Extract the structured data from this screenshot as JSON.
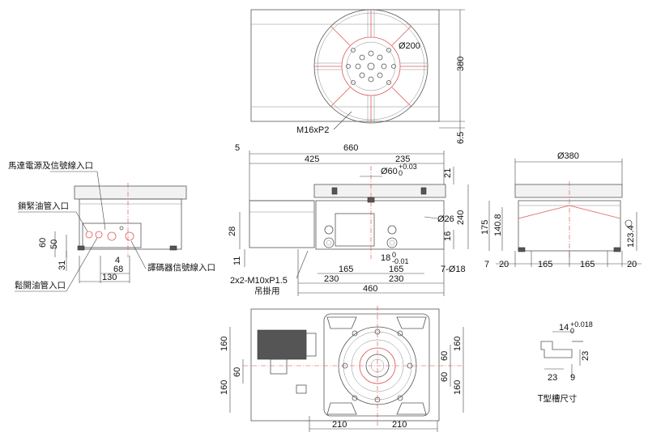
{
  "top_view": {
    "dim_diameter": "Ø200",
    "dim_height": "380",
    "dim_offset": "6.5",
    "thread_label": "M16xP2"
  },
  "side_view": {
    "label_power_signal": "馬達電源及信號線入口",
    "label_clamp_oil": "鎖緊油管入口",
    "label_release_oil": "鬆開油管入口",
    "label_encoder": "譯碼器信號線入口",
    "dim_60": "60",
    "dim_50": "50",
    "dim_31": "31",
    "dim_4": "4",
    "dim_68": "68",
    "dim_130": "130"
  },
  "front_view": {
    "dim_5": "5",
    "dim_660": "660",
    "dim_425": "425",
    "dim_235": "235",
    "dim_bore": "Ø60",
    "dim_bore_tol": "+0.03",
    "dim_bore_tol_low": "0",
    "dim_21": "21",
    "dim_26": "Ø26",
    "dim_240": "240",
    "dim_16": "16",
    "dim_28": "28",
    "dim_11": "11",
    "dim_18": "18",
    "dim_18_tol": "0",
    "dim_18_tol_low": "-0.01",
    "dim_165a": "165",
    "dim_165b": "165",
    "dim_7_18": "7-Ø18",
    "dim_230a": "230",
    "dim_230b": "230",
    "dim_460": "460",
    "hole_label": "2x2-M10xP1.5",
    "hole_label_sub": "吊掛用"
  },
  "right_view": {
    "dim_380": "Ø380",
    "dim_175": "175",
    "dim_140_8": "140.8",
    "dim_123_4": "123.4",
    "dim_7": "7",
    "dim_20a": "20",
    "dim_165a": "165",
    "dim_165b": "165",
    "dim_20b": "20"
  },
  "bottom_view": {
    "dim_160a": "160",
    "dim_60a": "60",
    "dim_160b": "160",
    "dim_60b": "60",
    "dim_60c": "60",
    "dim_160c": "160",
    "dim_160d": "160",
    "dim_210a": "210",
    "dim_210b": "210"
  },
  "tslot": {
    "dim_14": "14",
    "dim_14_tol": "+0.018",
    "dim_14_tol_low": "0",
    "dim_23a": "23",
    "dim_23b": "23",
    "dim_9": "9",
    "caption": "T型槽尺寸"
  }
}
